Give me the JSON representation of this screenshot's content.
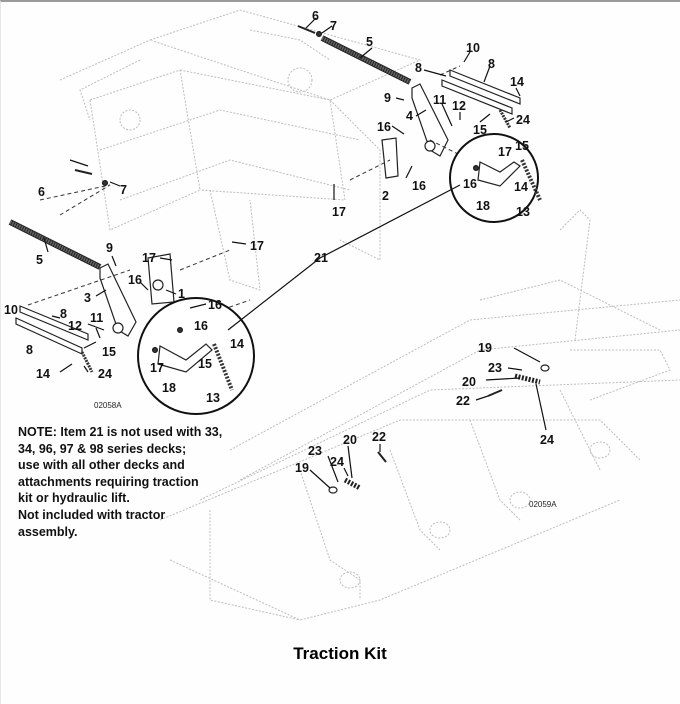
{
  "title": "Traction Kit",
  "note": {
    "lines": [
      "NOTE:  Item 21 is not used with 33,",
      "34, 96, 97 & 98 series decks;",
      "use with all other decks and",
      "attachments requiring traction",
      "kit or hydraulic lift.",
      "Not included with tractor",
      "assembly."
    ]
  },
  "figure_ids": {
    "left": "02058A",
    "right": "02059A"
  },
  "callouts": {
    "top": [
      "6",
      "7",
      "5",
      "10",
      "8",
      "8",
      "14",
      "9",
      "11",
      "12",
      "4",
      "24",
      "15",
      "16",
      "17",
      "15",
      "16",
      "2",
      "16",
      "14",
      "18",
      "13",
      "17"
    ],
    "left": [
      "6",
      "7",
      "5",
      "9",
      "17",
      "17",
      "3",
      "16",
      "1",
      "16",
      "10",
      "8",
      "8",
      "11",
      "12",
      "15",
      "14",
      "24",
      "16",
      "17",
      "14",
      "15",
      "18",
      "13"
    ],
    "center": [
      "21"
    ],
    "right": [
      "19",
      "23",
      "20",
      "22",
      "24",
      "23",
      "20",
      "22",
      "19",
      "24"
    ]
  }
}
